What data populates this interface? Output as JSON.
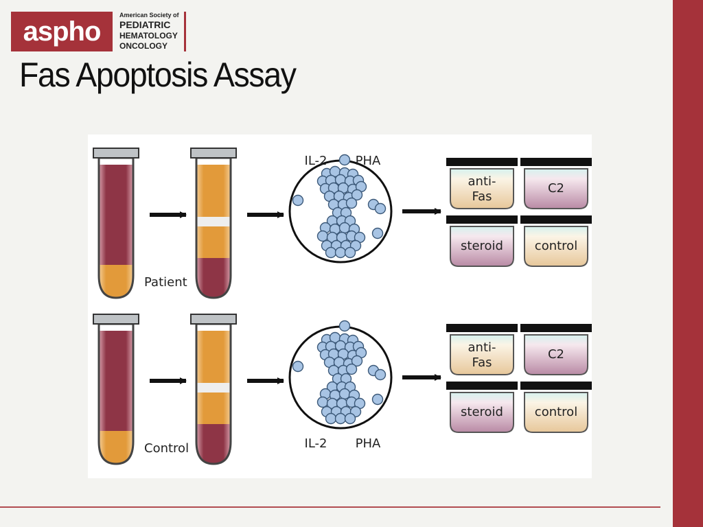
{
  "logo": {
    "wordmark": "aspho",
    "line1": "American Society of",
    "line2": "PEDIATRIC",
    "line3": "HEMATOLOGY",
    "line4": "ONCOLOGY"
  },
  "title": "Fas Apoptosis Assay",
  "diagram": {
    "rows": [
      {
        "tube_label": "Patient",
        "stimuli": [
          "IL-2",
          "PHA"
        ],
        "wells": [
          "anti-\nFas",
          "C2",
          "steroid",
          "control"
        ]
      },
      {
        "tube_label": "Control",
        "stimuli": [
          "IL-2",
          "PHA"
        ],
        "wells": [
          "anti-\nFas",
          "C2",
          "steroid",
          "control"
        ]
      }
    ]
  },
  "colors": {
    "accent": "#a5323a",
    "blood": "#8e3546",
    "plasma": "#e29a3a",
    "cell": "#a8c4e4",
    "cell_stroke": "#3b5878"
  }
}
